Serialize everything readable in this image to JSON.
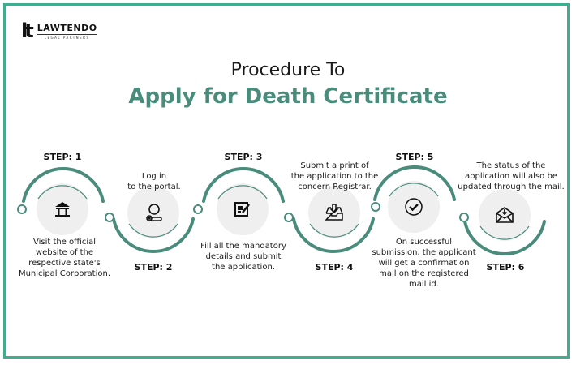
{
  "logo": {
    "mark": "lt",
    "name": "LAWTENDO",
    "tagline": "LEGAL PARTNERS"
  },
  "title": {
    "line1": "Procedure To",
    "line2": "Apply for Death Certificate"
  },
  "colors": {
    "accent": "#4a8c7c",
    "border": "#3fae8e",
    "circle_fill": "#efefef"
  },
  "steps": [
    {
      "label": "STEP: 1",
      "icon": "bank-building-icon",
      "text": [
        "Visit the official",
        "website of the",
        "respective state's",
        "Municipal Corporation."
      ]
    },
    {
      "label": "STEP: 2",
      "icon": "user-login-icon",
      "text": [
        "Log in",
        "to the portal."
      ]
    },
    {
      "label": "STEP: 3",
      "icon": "edit-form-icon",
      "text": [
        "Fill all the mandatory",
        "details and submit",
        "the application."
      ]
    },
    {
      "label": "STEP: 4",
      "icon": "inbox-download-icon",
      "text": [
        "Submit a print of",
        "the application to the",
        "concern Registrar."
      ]
    },
    {
      "label": "STEP: 5",
      "icon": "checkmark-circle-icon",
      "text": [
        "On successful",
        "submission, the applicant",
        "will get a confirmation",
        "mail on the registered",
        "mail id."
      ]
    },
    {
      "label": "STEP: 6",
      "icon": "mail-open-icon",
      "text": [
        "The status of the",
        "application will also be",
        "updated through the mail."
      ]
    }
  ]
}
